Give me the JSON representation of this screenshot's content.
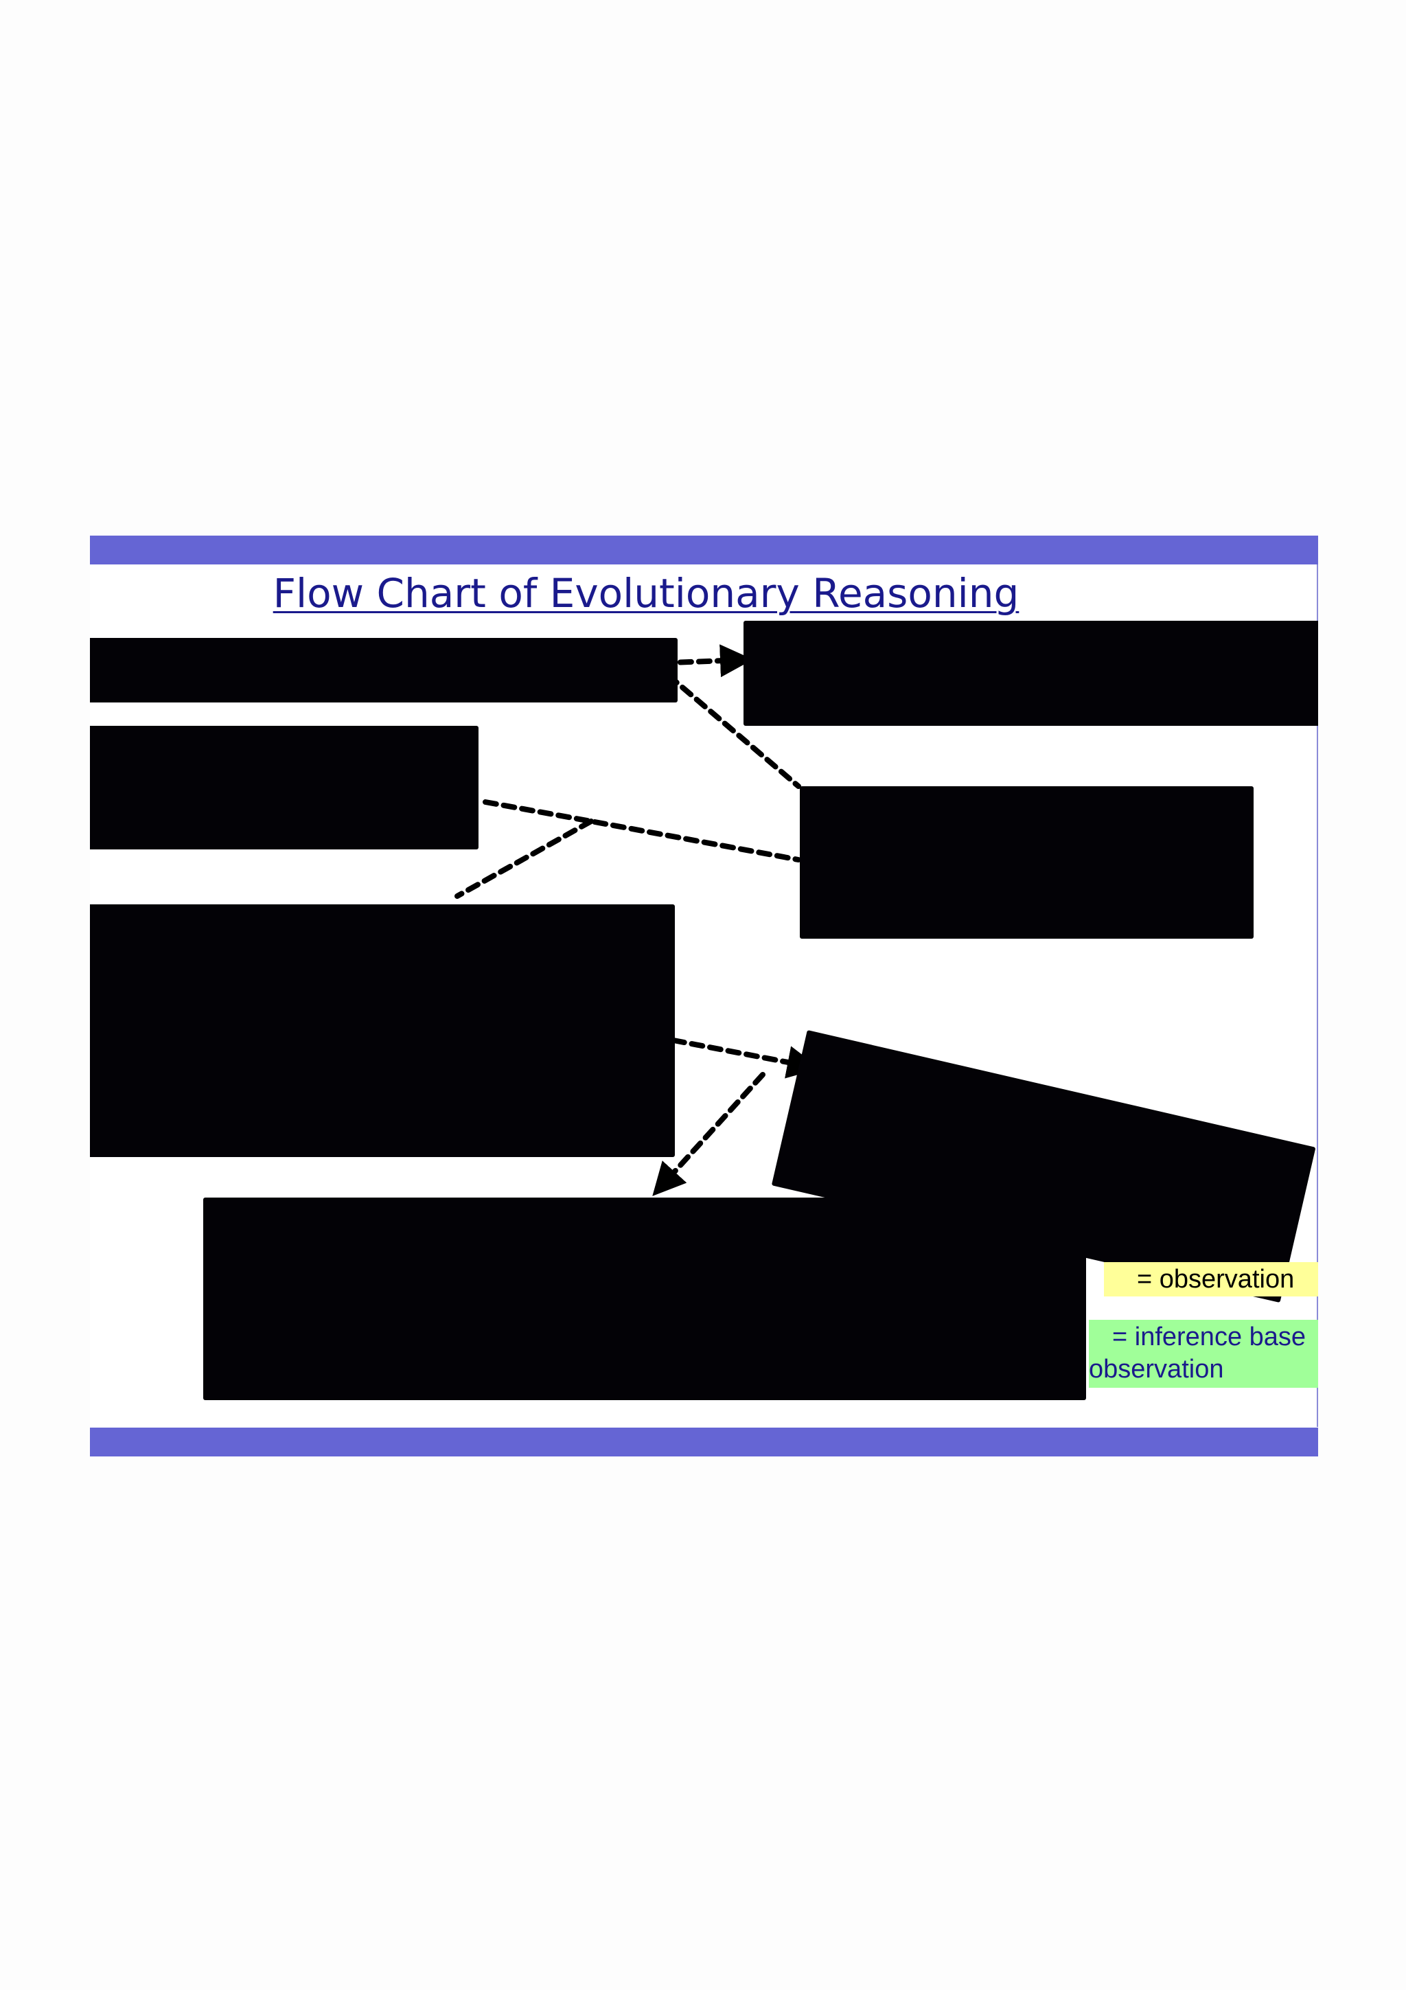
{
  "diagram": {
    "title": "Flow Chart of Evolutionary Reasoning",
    "colors": {
      "band": "#6565d4",
      "title": "#1a1a8c",
      "box_fill": "#030206",
      "observation_legend": "#ffff99",
      "inference_legend": "#a0ff99"
    },
    "legend": {
      "observation": "= observation",
      "inference_line1": "= inference base",
      "inference_line2": "observation"
    }
  }
}
